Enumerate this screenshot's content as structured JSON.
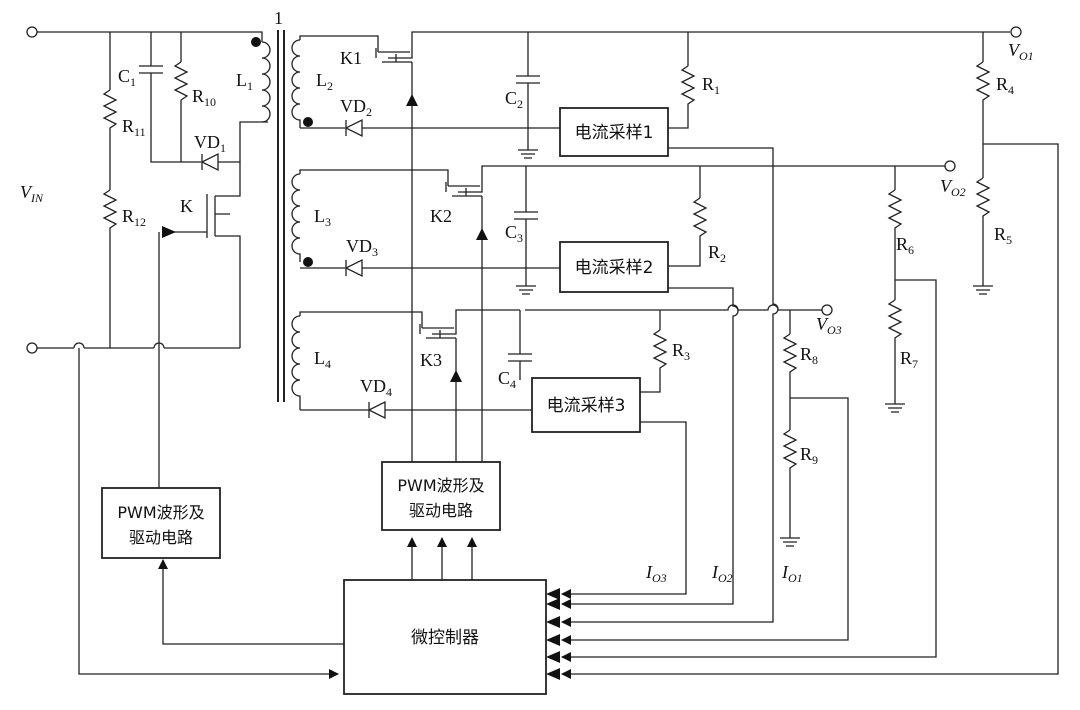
{
  "labels": {
    "vin": "V",
    "vin_sub": "IN",
    "vo1": "V",
    "vo1_sub": "O1",
    "vo2": "V",
    "vo2_sub": "O2",
    "vo3": "V",
    "vo3_sub": "O3",
    "io1": "I",
    "io1_sub": "O1",
    "io2": "I",
    "io2_sub": "O2",
    "io3": "I",
    "io3_sub": "O3",
    "transformer_mark": "1"
  },
  "components": {
    "c1": "C",
    "c1_sub": "1",
    "r10": "R",
    "r10_sub": "10",
    "l1": "L",
    "l1_sub": "1",
    "r11": "R",
    "r11_sub": "11",
    "vd1": "VD",
    "vd1_sub": "1",
    "r12": "R",
    "r12_sub": "12",
    "k": "K",
    "l2": "L",
    "l2_sub": "2",
    "k1": "K1",
    "vd2": "VD",
    "vd2_sub": "2",
    "c2": "C",
    "c2_sub": "2",
    "r1": "R",
    "r1_sub": "1",
    "r4": "R",
    "r4_sub": "4",
    "r5": "R",
    "r5_sub": "5",
    "l3": "L",
    "l3_sub": "3",
    "k2": "K2",
    "vd3": "VD",
    "vd3_sub": "3",
    "c3": "C",
    "c3_sub": "3",
    "r2": "R",
    "r2_sub": "2",
    "r6": "R",
    "r6_sub": "6",
    "r7": "R",
    "r7_sub": "7",
    "l4": "L",
    "l4_sub": "4",
    "k3": "K3",
    "vd4": "VD",
    "vd4_sub": "4",
    "c4": "C",
    "c4_sub": "4",
    "r3": "R",
    "r3_sub": "3",
    "r8": "R",
    "r8_sub": "8",
    "r9": "R",
    "r9_sub": "9"
  },
  "blocks": {
    "sense1": "电流采样1",
    "sense2": "电流采样2",
    "sense3": "电流采样3",
    "pwm_left_line1": "PWM波形及",
    "pwm_left_line2": "驱动电路",
    "pwm_mid_line1": "PWM波形及",
    "pwm_mid_line2": "驱动电路",
    "mcu": "微控制器"
  }
}
